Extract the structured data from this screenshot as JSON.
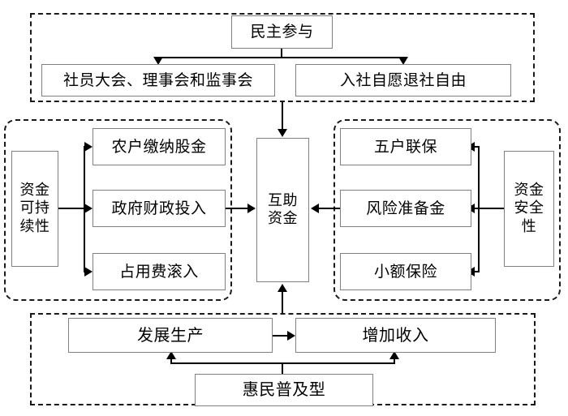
{
  "diagram": {
    "type": "flow-diagram",
    "language": "zh-CN",
    "background_color": "#ffffff",
    "box_border_color": "#808080",
    "region_border_color": "#1a1a1a",
    "line_color": "#000000",
    "regions": [
      {
        "id": "democracy",
        "label": ""
      },
      {
        "id": "sustainability",
        "label": ""
      },
      {
        "id": "security",
        "label": ""
      },
      {
        "id": "benefit",
        "label": ""
      }
    ]
  },
  "nodes": {
    "democratic_participation": "民主参与",
    "member_assembly": "社员大会、理事会和监事会",
    "voluntary_join_leave": "入社自愿退社自由",
    "fund_sustainability": "资金可持续性",
    "farmer_shares": "农户缴纳股金",
    "government_investment": "政府财政投入",
    "occupancy_fee_rollin": "占用费滚入",
    "mutual_aid_fund": "互助资金",
    "five_household_guarantee": "五户联保",
    "risk_reserve": "风险准备金",
    "micro_insurance": "小额保险",
    "fund_safety": "资金安全性",
    "develop_production": "发展生产",
    "increase_income": "增加收入",
    "inclusive_popular_type": "惠民普及型"
  }
}
